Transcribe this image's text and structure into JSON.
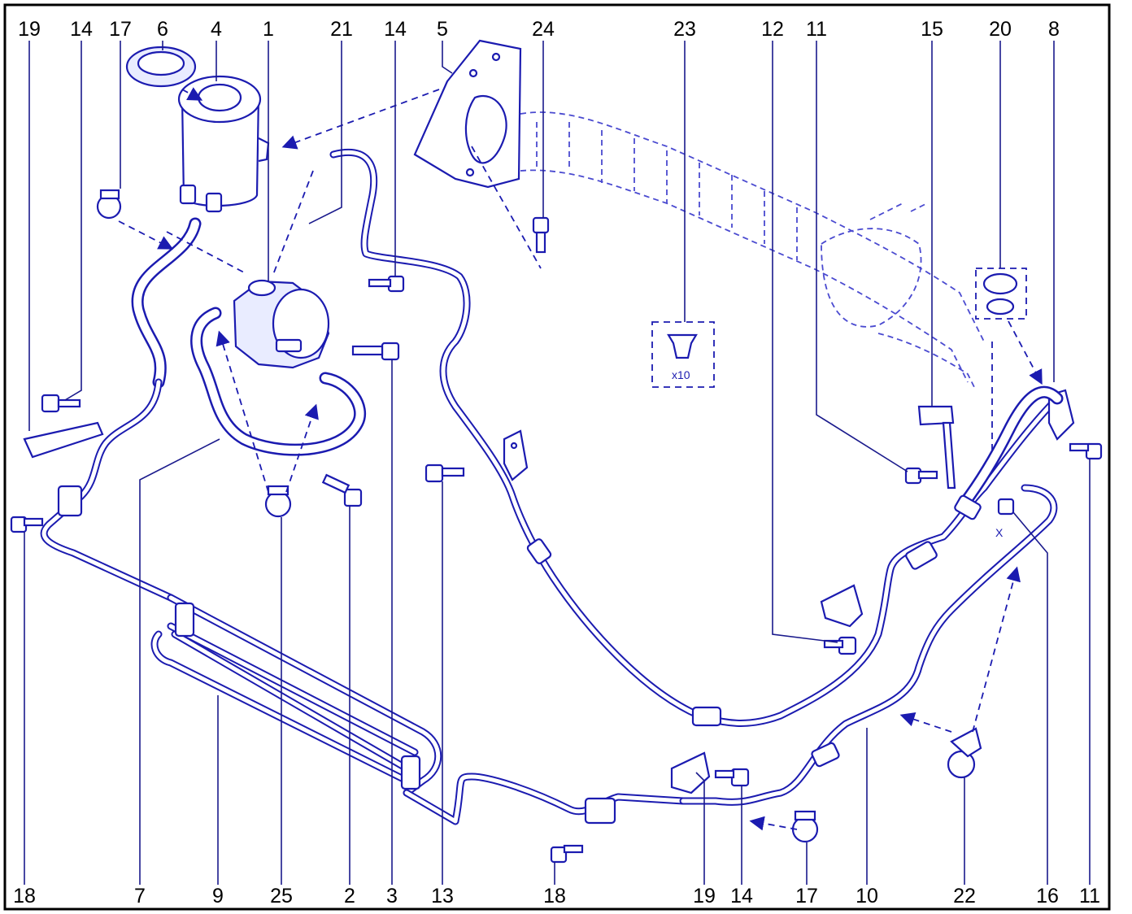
{
  "top_labels": [
    "19",
    "14",
    "17",
    "6",
    "4",
    "1",
    "21",
    "14",
    "5",
    "24",
    "23",
    "12",
    "11",
    "15",
    "20",
    "8"
  ],
  "bottom_labels": [
    "18",
    "7",
    "9",
    "25",
    "2",
    "3",
    "13",
    "18",
    "19",
    "14",
    "17",
    "10",
    "22",
    "16",
    "11"
  ],
  "insets": {
    "grommet_qty": "x10",
    "detail_mark": "X"
  }
}
